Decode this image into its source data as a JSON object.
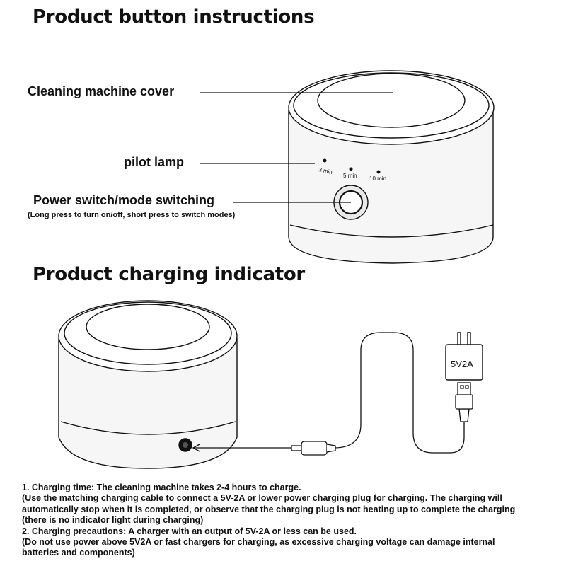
{
  "section1": {
    "title": "Product button instructions",
    "labels": {
      "cover": "Cleaning machine cover",
      "pilot_lamp": "pilot lamp",
      "power_switch": "Power switch/mode switching",
      "power_switch_note": "(Long press to turn on/off, short press to switch modes)"
    },
    "modes": [
      "3 min",
      "5 min",
      "10 min"
    ]
  },
  "section2": {
    "title": "Product charging indicator",
    "charger_label": "5V2A"
  },
  "notes": [
    "1. Charging time: The cleaning machine takes 2-4 hours to charge.",
    "(Use the matching charging cable to connect a 5V-2A or lower power charging plug for charging. The charging will",
    "automatically stop when it is completed, or observe that the charging plug is not heating up to complete the charging",
    "(there is no indicator light during charging)",
    "2. Charging precautions: A charger with an output of 5V-2A or less can be used.",
    "(Do not use power above 5V2A or fast chargers for charging, as excessive charging voltage can damage internal",
    "batteries and components)"
  ],
  "colors": {
    "ink": "#111111",
    "device_fill": "#ffffff",
    "device_body": "#f2f2f2"
  }
}
